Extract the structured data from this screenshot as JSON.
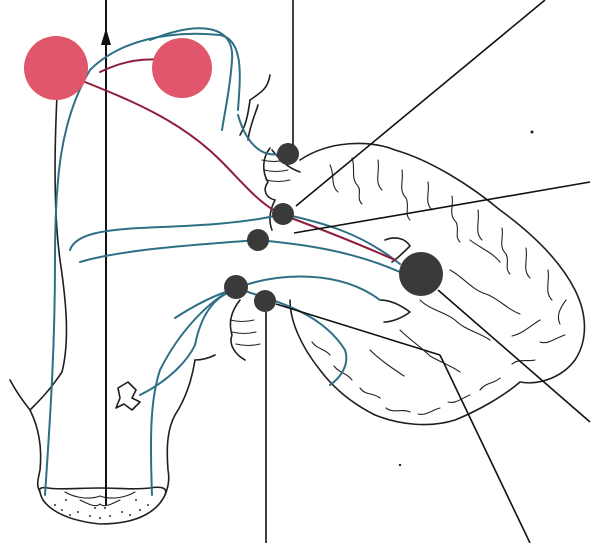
{
  "colors": {
    "background": "#ffffff",
    "line": "#1f1f1f",
    "pathway_blue": "#2f6f86",
    "pathway_red": "#8e1f3c",
    "nucleus_red": "#e0566a",
    "nucleus_dark": "#3a3a3a"
  },
  "structures": [
    "cerebral-nucleus-left",
    "cerebral-nucleus-right",
    "midbrain-nucleus",
    "pons-nucleus-upper",
    "pons-nucleus-lower",
    "medulla-nucleus-upper",
    "medulla-nucleus-lower",
    "cerebellar-dentate-nucleus",
    "cerebellum",
    "brainstem",
    "spinal-cord-section"
  ]
}
